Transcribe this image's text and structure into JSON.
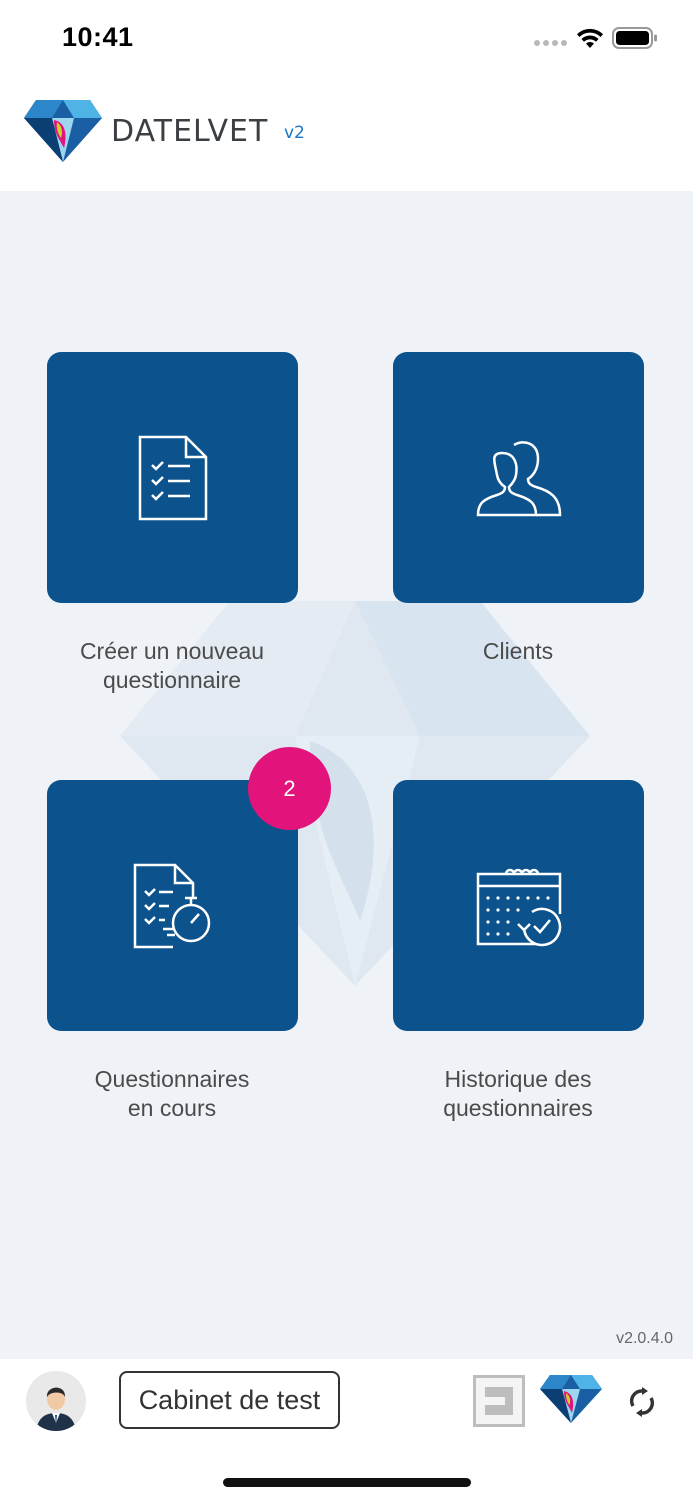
{
  "status_bar": {
    "time": "10:41"
  },
  "header": {
    "brand": "DATELVET",
    "version_tag": "v2"
  },
  "tiles": [
    {
      "label_line1": "Créer un nouveau",
      "label_line2": "questionnaire",
      "icon": "checklist-document-icon"
    },
    {
      "label_line1": "Clients",
      "label_line2": "",
      "icon": "users-icon"
    },
    {
      "label_line1": "Questionnaires",
      "label_line2": "en cours",
      "icon": "checklist-stopwatch-icon",
      "badge": "2"
    },
    {
      "label_line1": "Historique des",
      "label_line2": "questionnaires",
      "icon": "calendar-history-icon"
    }
  ],
  "app_version": "v2.0.4.0",
  "footer": {
    "cabinet_label": "Cabinet de test"
  },
  "colors": {
    "tile": "#0c538d",
    "badge": "#e2137b",
    "background": "#eff3f7",
    "brand_accent": "#1976c5"
  }
}
